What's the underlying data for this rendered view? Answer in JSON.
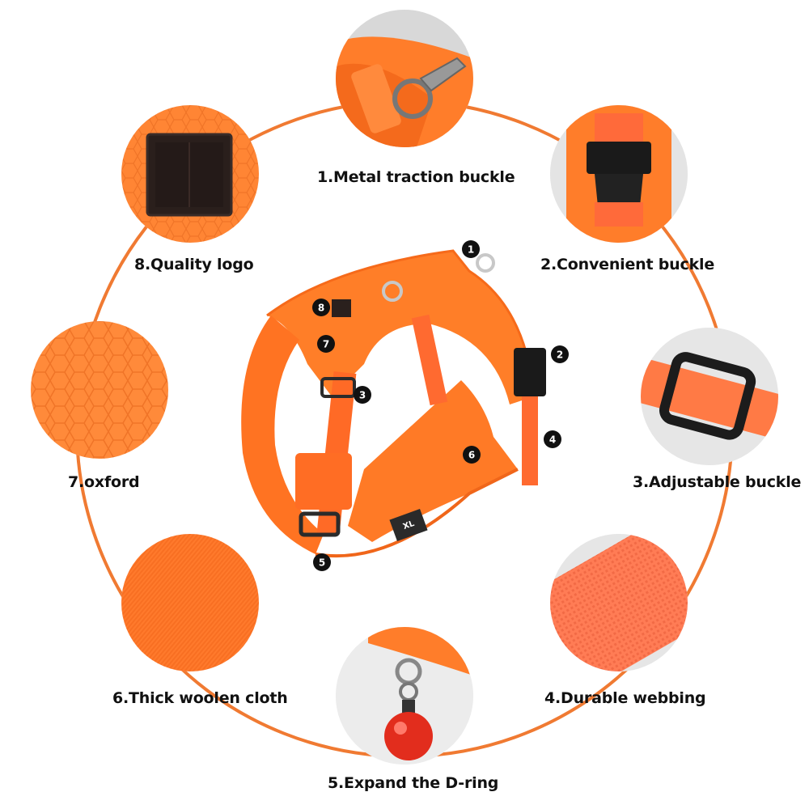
{
  "colors": {
    "accent": "#f26a1b",
    "harness": "#ff7a1f",
    "harness_dark": "#e85c10",
    "ring": "#f07a32",
    "marker": "#111111"
  },
  "features": [
    {
      "number": "1",
      "label": "1.Metal traction buckle",
      "icon": "metal-traction-buckle"
    },
    {
      "number": "2",
      "label": "2.Convenient buckle",
      "icon": "side-release-buckle"
    },
    {
      "number": "3",
      "label": "3.Adjustable buckle",
      "icon": "adjustable-slider-buckle"
    },
    {
      "number": "4",
      "label": "4.Durable webbing",
      "icon": "webbing-texture"
    },
    {
      "number": "5",
      "label": "5.Expand the D-ring",
      "icon": "d-ring-light"
    },
    {
      "number": "6",
      "label": "6.Thick woolen cloth",
      "icon": "woolen-cloth-texture"
    },
    {
      "number": "7",
      "label": "7.oxford",
      "icon": "oxford-honeycomb-texture"
    },
    {
      "number": "8",
      "label": "8.Quality logo",
      "icon": "logo-patch"
    }
  ],
  "harness": {
    "size_tag": "XL",
    "markers": [
      "1",
      "2",
      "3",
      "4",
      "5",
      "6",
      "7",
      "8"
    ]
  }
}
